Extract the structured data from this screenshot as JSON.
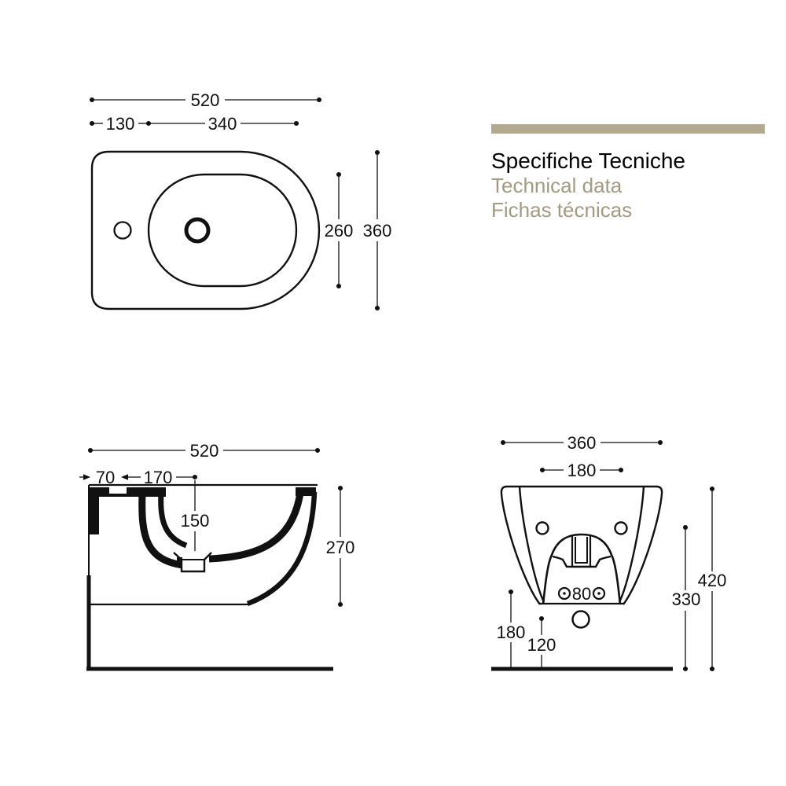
{
  "header": {
    "title_primary": "Specifiche Tecniche",
    "title_secondary": "Technical data",
    "title_tertiary": "Fichas técnicas",
    "accent_color": "#b3a98f",
    "secondary_text_color": "#a39a81"
  },
  "views": {
    "top_view": {
      "overall_width": "520",
      "tap_hole_offset": "130",
      "basin_width": "340",
      "basin_depth": "260",
      "overall_depth": "360"
    },
    "side_view": {
      "overall_length": "520",
      "rear_ledge": "70",
      "drain_offset": "170",
      "drain_depth": "150",
      "body_height": "270"
    },
    "front_view": {
      "overall_width": "360",
      "fixing_centres": "180",
      "bolt_spacing": "80",
      "total_height": "420",
      "body_height": "330",
      "drain_height": "180",
      "outlet_height": "120"
    }
  }
}
